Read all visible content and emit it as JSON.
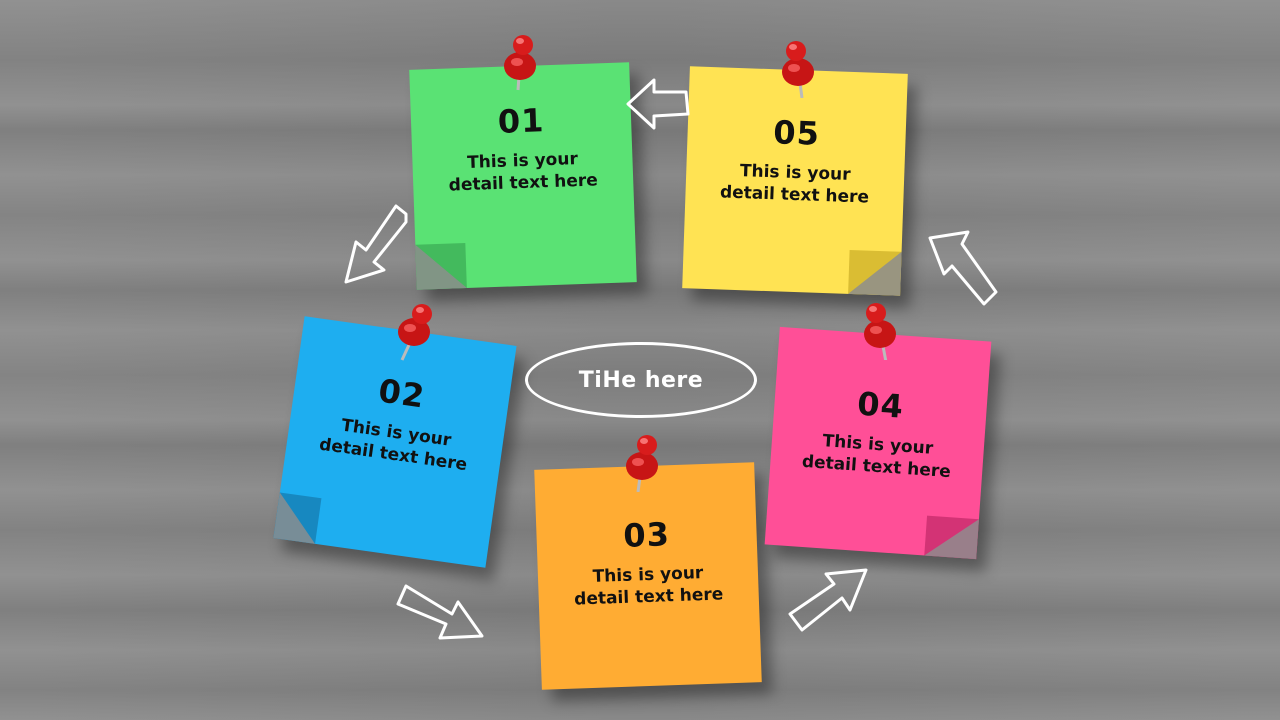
{
  "title": {
    "text": "TiHe here"
  },
  "notes": [
    {
      "number": "01",
      "detail": "This is your detail text here",
      "color": "#5ae274",
      "fold_color": "#3fb45a"
    },
    {
      "number": "02",
      "detail": "This is your detail text here",
      "color": "#1eaef0",
      "fold_color": "#1682b8"
    },
    {
      "number": "03",
      "detail": "This is your detail text here",
      "color": "#ffac33",
      "fold_color": "#d98a1f"
    },
    {
      "number": "04",
      "detail": "This is your detail text here",
      "color": "#ff4f97",
      "fold_color": "#cc2f70"
    },
    {
      "number": "05",
      "detail": "This is your detail text here",
      "color": "#ffe353",
      "fold_color": "#d4b72e"
    }
  ],
  "colors": {
    "background": "#8d8d8d",
    "pin": "#d81c1c",
    "arrow_outline": "#ffffff"
  },
  "icons": {
    "pin": "pushpin-icon",
    "arrow": "hand-drawn-arrow-icon"
  }
}
